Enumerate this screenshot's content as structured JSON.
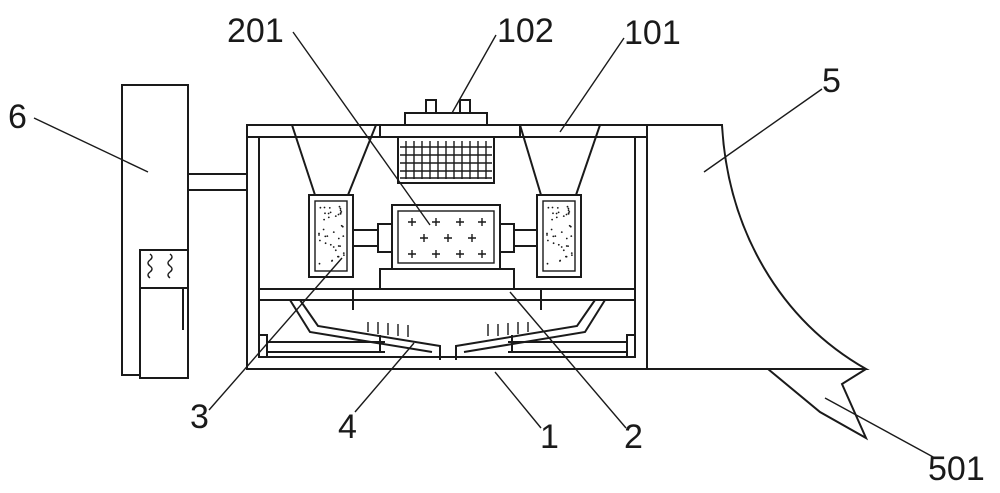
{
  "labels": {
    "l201": "201",
    "l102": "102",
    "l101": "101",
    "l5": "5",
    "l6": "6",
    "l3": "3",
    "l4": "4",
    "l1": "1",
    "l2": "2",
    "l501": "501"
  },
  "colors": {
    "line": "#1a1a1a",
    "background": "#ffffff"
  }
}
